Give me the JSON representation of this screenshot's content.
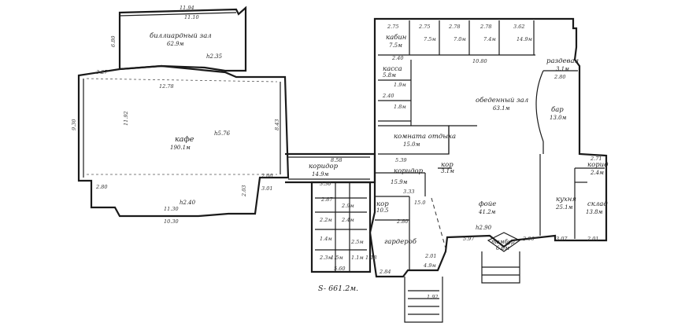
{
  "rooms": {
    "billiard": {
      "name": "биллиардный зал",
      "area": "62.9м",
      "height": "h2.35"
    },
    "cafe": {
      "name": "кафе",
      "area": "190.1м",
      "height": "h5.76",
      "code": "h2.40",
      "num": "11.92"
    },
    "dining": {
      "name": "обеденный зал",
      "area": "63.1м"
    },
    "bar": {
      "name": "бар",
      "area": "13.0м"
    },
    "rest": {
      "name": "комната отдыха",
      "area": "15.0м"
    },
    "corridor1": {
      "name": "коридор",
      "area": "14.9м"
    },
    "corridor2": {
      "name": "коридор",
      "area": "15.9м"
    },
    "foyer": {
      "name": "фойе",
      "area": "41.2м",
      "height": "h2.90"
    },
    "kitchen": {
      "name": "кухня",
      "area": "25.1м"
    },
    "storage": {
      "name": "склад",
      "area": "13.8м"
    },
    "wardrobe": {
      "name": "гардероб",
      "area": ""
    },
    "booth1": {
      "name": "кабин",
      "area": "7.5м"
    },
    "cashier": {
      "name": "касса",
      "area": "5.8м"
    },
    "dressing": {
      "name": "раздевал",
      "area": "3.1м"
    },
    "corridor3": {
      "name": "корид",
      "area": "2.4м"
    },
    "kor": {
      "name": "кор",
      "area": "3.1м"
    },
    "cloak": {
      "name": "кор",
      "area": "10.5"
    },
    "tambur": {
      "name": "тамбур",
      "area": "6.6м"
    }
  },
  "small_areas": [
    "7.5м",
    "7.0м",
    "7.4м",
    "14.9м",
    "1.9м",
    "1.8м",
    "2.9м",
    "2.4м",
    "2.2м",
    "4.9м",
    "1.4м",
    "1.5м",
    "2.3м",
    "2.5м",
    "1.1м"
  ],
  "dims": {
    "top_billiard": "11.94",
    "top_billiard2": "11.10",
    "left_billiard": "6.80",
    "cafe_top": "12.78",
    "cafe_left_top": "3.27",
    "cafe_bottom": "11.30",
    "cafe_bottom2": "10.30",
    "cafe_left": "9.30",
    "cafe_right": "8.43",
    "cafe_b1": "2.80",
    "cafe_b2": "2.00",
    "cafe_b3": "3.01",
    "cafe_b4": "2.03",
    "cor1": "8.58",
    "cor1b": "3.30",
    "cor2": "5.39",
    "dining_b": "10.80",
    "foyer_d1": "3.33",
    "foyer_d2": "15.0",
    "foyer_d3": "2.80",
    "bot1": "5.60",
    "bot2": "2.01",
    "bot3": "2.84",
    "bot4": "1.92",
    "bot5": "1.18",
    "bot6": "5.97",
    "bot7": "2.06",
    "bot8": "3.07",
    "bot9": "2.01",
    "top1": "2.75",
    "top2": "2.75",
    "top3": "2.78",
    "top4": "2.78",
    "top5": "3.62",
    "misc1": "2.40",
    "misc2": "2.40",
    "misc3": "2.80",
    "misc4": "2.87",
    "misc5": "2.71"
  },
  "total": "S- 661.2м."
}
